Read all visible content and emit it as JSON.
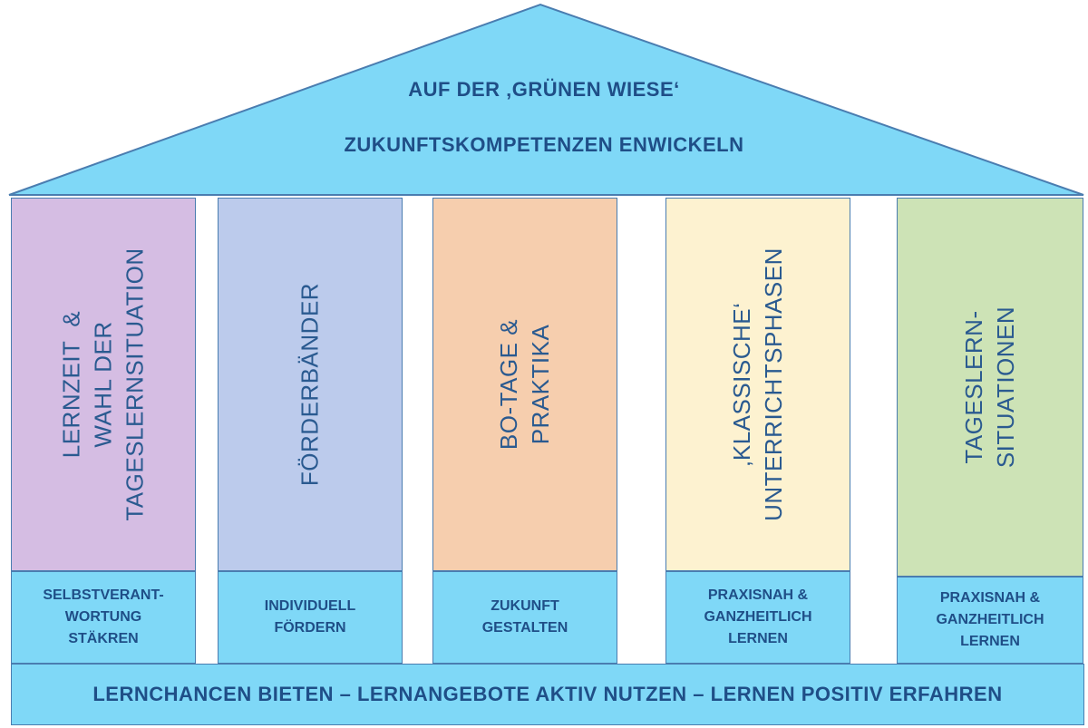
{
  "roof": {
    "line1": "AUF DER ‚GRÜNEN WIESE‘",
    "line2": "ZUKUNFTSKOMPETENZEN ENWICKELN"
  },
  "pillars": [
    {
      "label": "LERNZEIT  &\nWAHL DER\nTAGESLERNSITUATION",
      "base": "SELBSTVERANT-\nWORTUNG\nSTÄKREN",
      "color": "#d5bde3"
    },
    {
      "label": "FÖRDERBÄNDER",
      "base": "INDIVIDUELL\nFÖRDERN",
      "color": "#bccbec"
    },
    {
      "label": "BO-TAGE &\nPRAKTIKA",
      "base": "ZUKUNFT\nGESTALTEN",
      "color": "#f6ceae"
    },
    {
      "label": "‚KLASSISCHE‘\nUNTERRICHTSPHASEN",
      "base": "PRAXISNAH &\nGANZHEITLICH\nLERNEN",
      "color": "#fdf2d0"
    },
    {
      "label": "TAGESLERN-\nSITUATIONEN",
      "base": "PRAXISNAH &\nGANZHEITLICH\nLERNEN",
      "color": "#cde3b6"
    }
  ],
  "foundation": "LERNCHANCEN BIETEN – LERNANGEBOTE AKTIV NUTZEN – LERNEN POSITIV ERFAHREN",
  "colors": {
    "roof": "#7fd8f7",
    "border": "#4a7db0",
    "text": "#1f4e87"
  }
}
